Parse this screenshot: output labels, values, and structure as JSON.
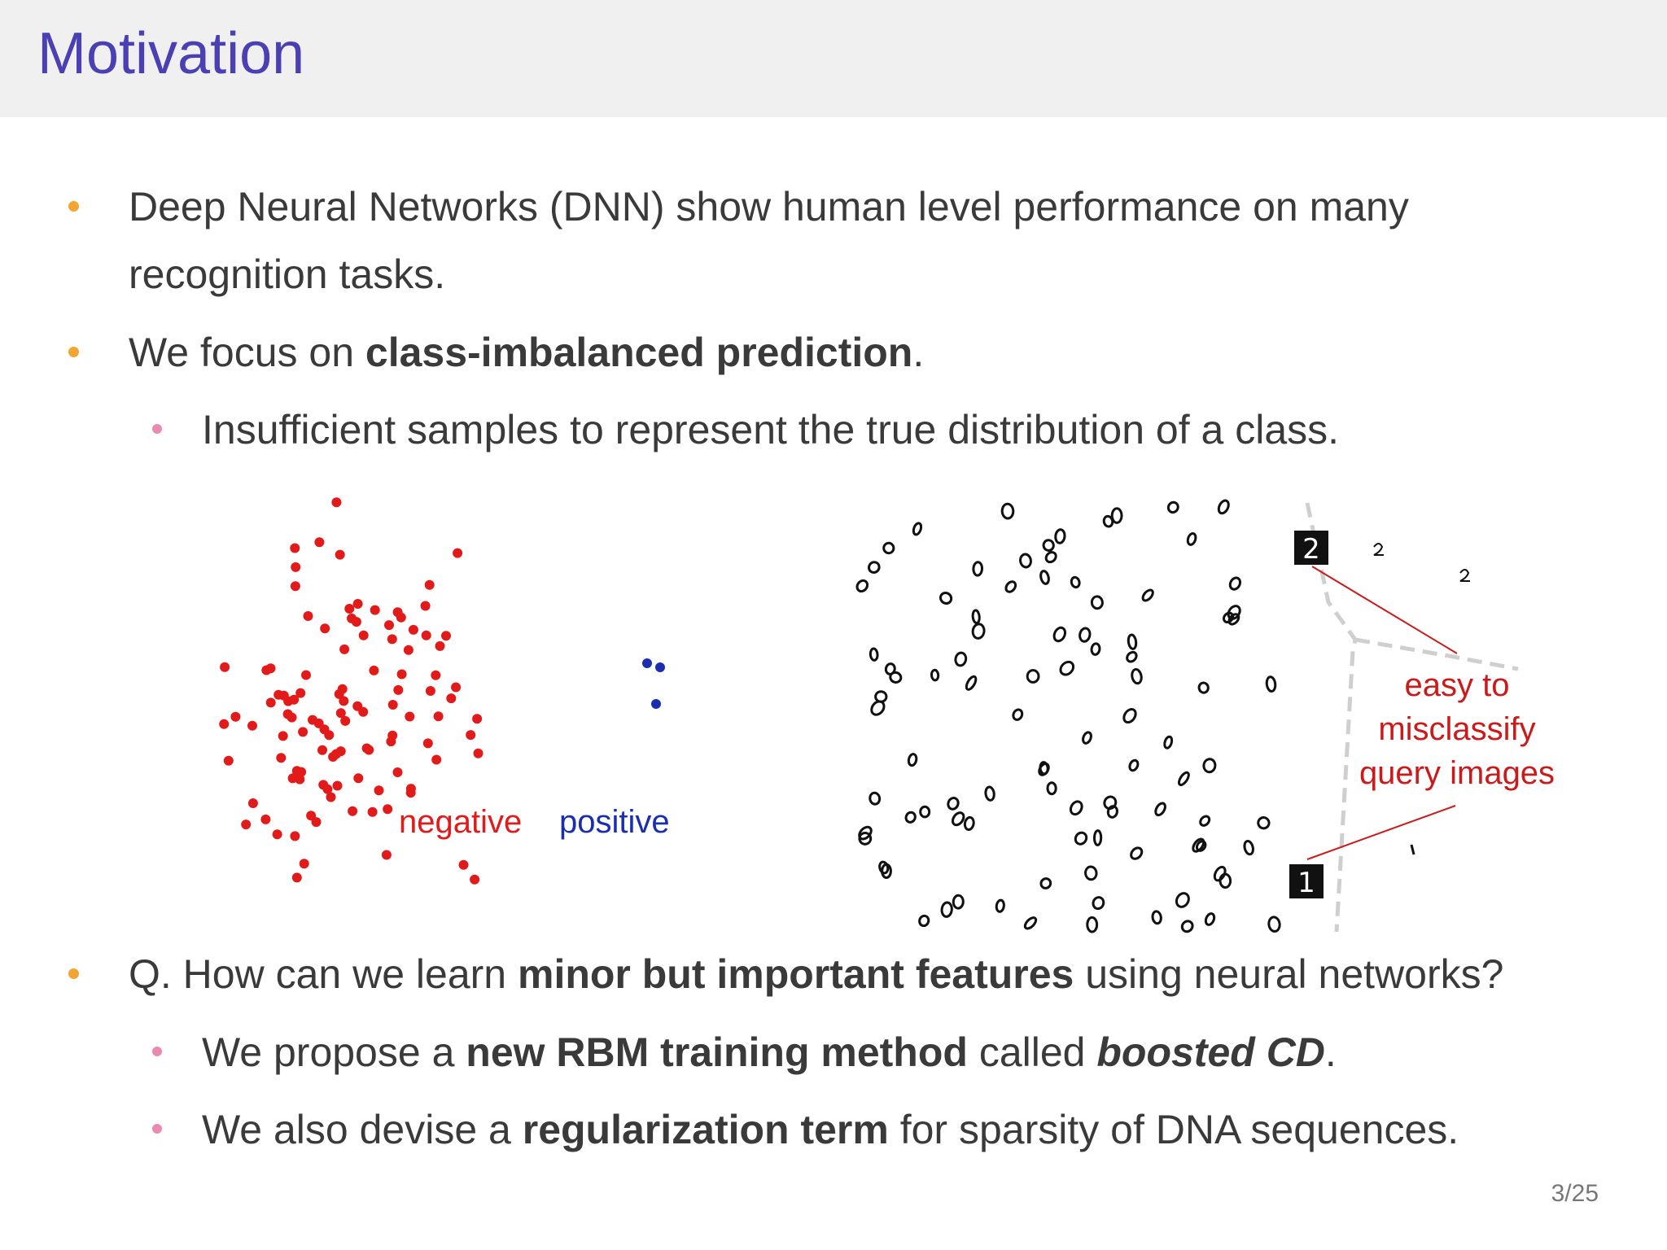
{
  "slide": {
    "title": "Motivation",
    "page_number": "3/25"
  },
  "bullets": {
    "b1_line1": "Deep Neural Networks (DNN) show human level performance on many",
    "b1_line2": "recognition tasks.",
    "b2_pre": "We focus on ",
    "b2_bold": "class-imbalanced prediction",
    "b2_post": ".",
    "b2_sub1": "Insufficient samples to represent the true distribution of a class.",
    "b3_pre": "Q. How can we learn ",
    "b3_bold": "minor but important features",
    "b3_post": " using neural networks?",
    "b3_sub1_pre": "We propose a ",
    "b3_sub1_bold": "new RBM training method",
    "b3_sub1_mid": " called ",
    "b3_sub1_bi": "boosted CD",
    "b3_sub1_post": ".",
    "b3_sub2_pre": "We also devise a ",
    "b3_sub2_bold": "regularization term",
    "b3_sub2_post": " for sparsity of DNA sequences."
  },
  "figure_left": {
    "negative_label": "negative",
    "positive_label": "positive",
    "negative_color": "#e21a1a",
    "positive_color": "#1a2fb0"
  },
  "figure_right": {
    "annotation_line1": "easy to",
    "annotation_line2": "misclassify",
    "annotation_line3": "query images",
    "query_digit_top": "2",
    "query_digit_bottom": "1",
    "annotation_color": "#cc1a1a"
  }
}
